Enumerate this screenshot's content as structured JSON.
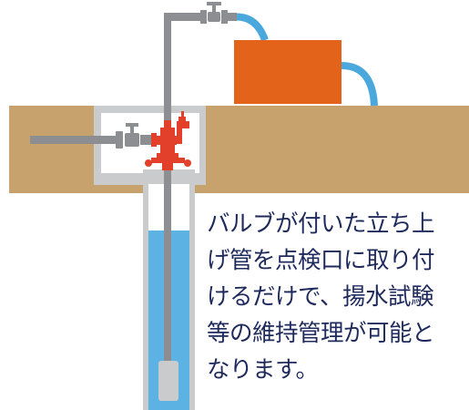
{
  "caption_lines": [
    "バルブが付いた立ち上",
    "げ管を点検口に取り付",
    "けるだけで、揚水試験",
    "等の維持管理が可能と",
    "なります。"
  ],
  "colors": {
    "ground": "#c8a26c",
    "manhole_frame": "#c9cbcd",
    "water": "#5cb3e3",
    "pipe": "#8c8e92",
    "fitting_red": "#e2402a",
    "tank_orange": "#e4631a",
    "hose_blue": "#4ba8dc",
    "text": "#1e2a5c"
  },
  "icons": [
    "pump-tank",
    "gate-valve",
    "riser-pipe",
    "submersible-pump",
    "well-casing"
  ]
}
